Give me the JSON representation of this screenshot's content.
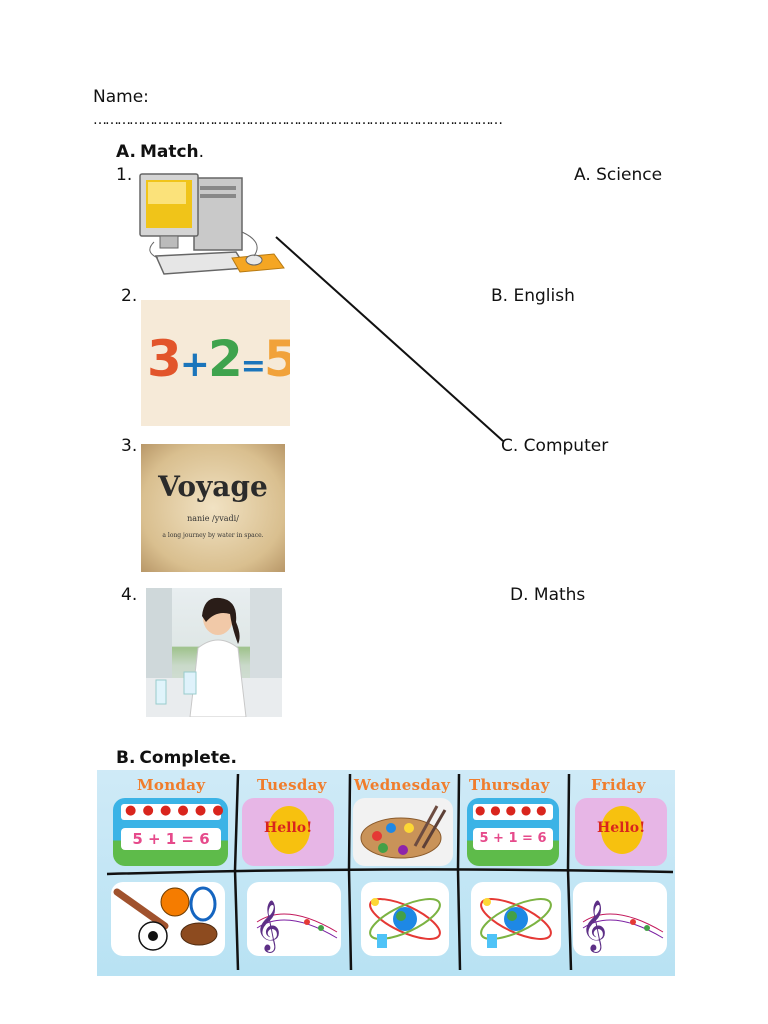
{
  "header": {
    "name_label": "Name:",
    "dotted_line": "…………………………………………………………………………………………"
  },
  "section_a": {
    "heading_letter": "A.",
    "heading_word": "Match",
    "heading_punct": ".",
    "items": [
      {
        "number": "1.",
        "answer": "A. Science"
      },
      {
        "number": "2.",
        "answer": "B. English"
      },
      {
        "number": "3.",
        "answer": "C. Computer"
      },
      {
        "number": "4.",
        "answer": "D. Maths"
      }
    ],
    "math_image": {
      "d1": "3",
      "op1": "+",
      "d2": "2",
      "op2": "=",
      "d3": "5"
    },
    "voyage_image": {
      "word": "Voyage",
      "pron": "nanie /yvadi/",
      "def": "a long journey by water in space."
    }
  },
  "section_b": {
    "heading_letter": "B.",
    "heading_word": "Complete.",
    "days": [
      "Monday",
      "Tuesday",
      "Wednesday",
      "Thursday",
      "Friday"
    ],
    "hello_text": "Hello!",
    "sum_text": "5 + 1 = 6"
  },
  "colors": {
    "day_orange": "#f07d2c",
    "timetable_bg": "#bfe4f4",
    "card_pink": "#e7b6e6",
    "grass": "#5ebb4a",
    "sky": "#3bb3e6"
  }
}
